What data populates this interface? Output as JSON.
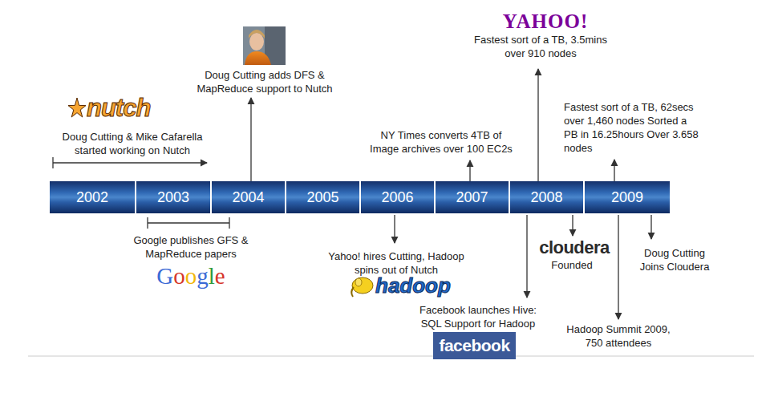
{
  "diagram": {
    "nodes": [
      {
        "text": [
          "2002"
        ]
      },
      {
        "text": [
          "2003"
        ]
      },
      {
        "text": [
          "2004"
        ]
      },
      {
        "text": [
          "2005"
        ]
      },
      {
        "text": [
          "2006"
        ]
      },
      {
        "text": [
          "2007"
        ]
      },
      {
        "text": [
          "2008"
        ]
      },
      {
        "text": [
          "2009"
        ]
      },
      {
        "text": [
          "facebook"
        ]
      }
    ],
    "labels": [
      "nutch",
      "Doug Cutting & Mike Cafarella started working on Nutch",
      "Doug Cutting adds DFS & MapReduce support to Nutch",
      "Google publishes GFS & MapReduce papers",
      "Google",
      "Yahoo! hires Cutting, Hadoop spins out of Nutch",
      "hadoop",
      "NY Times converts 4TB of Image archives over 100 EC2s",
      "YAHOO!",
      "Fastest sort of a TB, 3.5mins over 910 nodes",
      "Facebook launches Hive: SQL Support for Hadoop",
      "cloudera",
      "Founded",
      "Fastest sort of a TB, 62secs over 1,460 nodes Sorted a PB in 16.25hours Over 3.658 nodes",
      "Hadoop Summit 2009, 750 attendees",
      "Doug Cutting Joins Cloudera"
    ]
  }
}
